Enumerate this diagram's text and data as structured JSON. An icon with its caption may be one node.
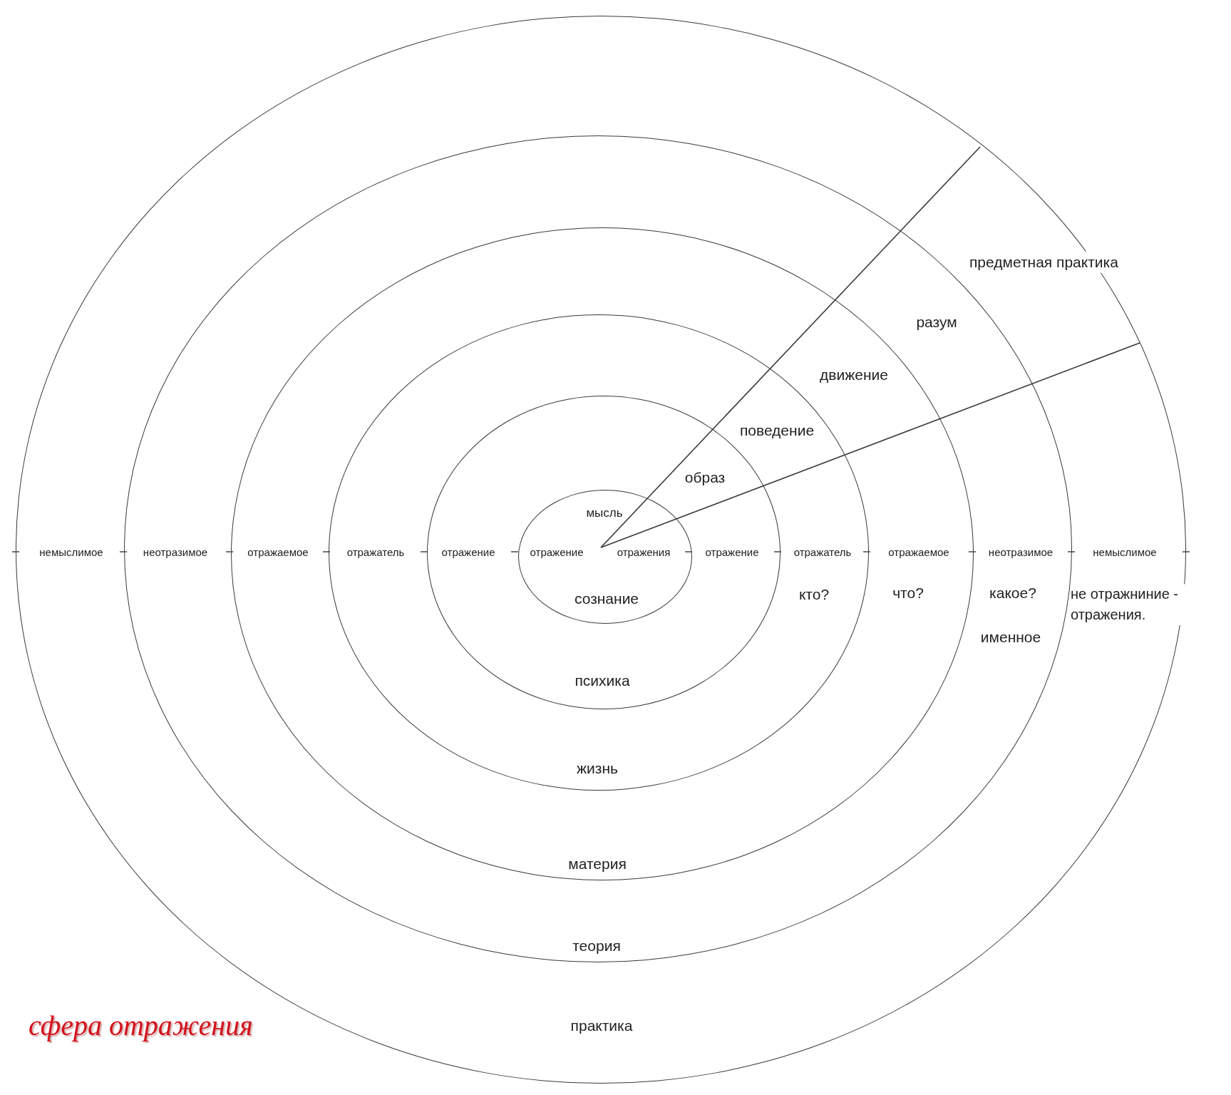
{
  "diagram": {
    "title": "сфера отражения",
    "nodes": [
      {
        "text": [
          "практика"
        ]
      },
      {
        "text": [
          "теория"
        ],
        "in": 0
      },
      {
        "text": [
          "материя"
        ],
        "in": 1
      },
      {
        "text": [
          "жизнь"
        ],
        "in": 2
      },
      {
        "text": [
          "психика"
        ],
        "in": 3
      },
      {
        "text": [
          "сознание"
        ],
        "in": 4
      }
    ],
    "labels": [
      "предметная практика",
      "разум",
      "движение",
      "поведение",
      "образ",
      "мысль",
      "немыслимое",
      "неотразимое",
      "отражаемое",
      "отражатель",
      "отражение",
      "отражение",
      "отражения",
      "отражение",
      "отражатель",
      "отражаемое",
      "неотразимое",
      "немыслимое",
      "кто?",
      "что?",
      "какое?",
      "не отражниние - отражения.",
      "именное"
    ]
  }
}
